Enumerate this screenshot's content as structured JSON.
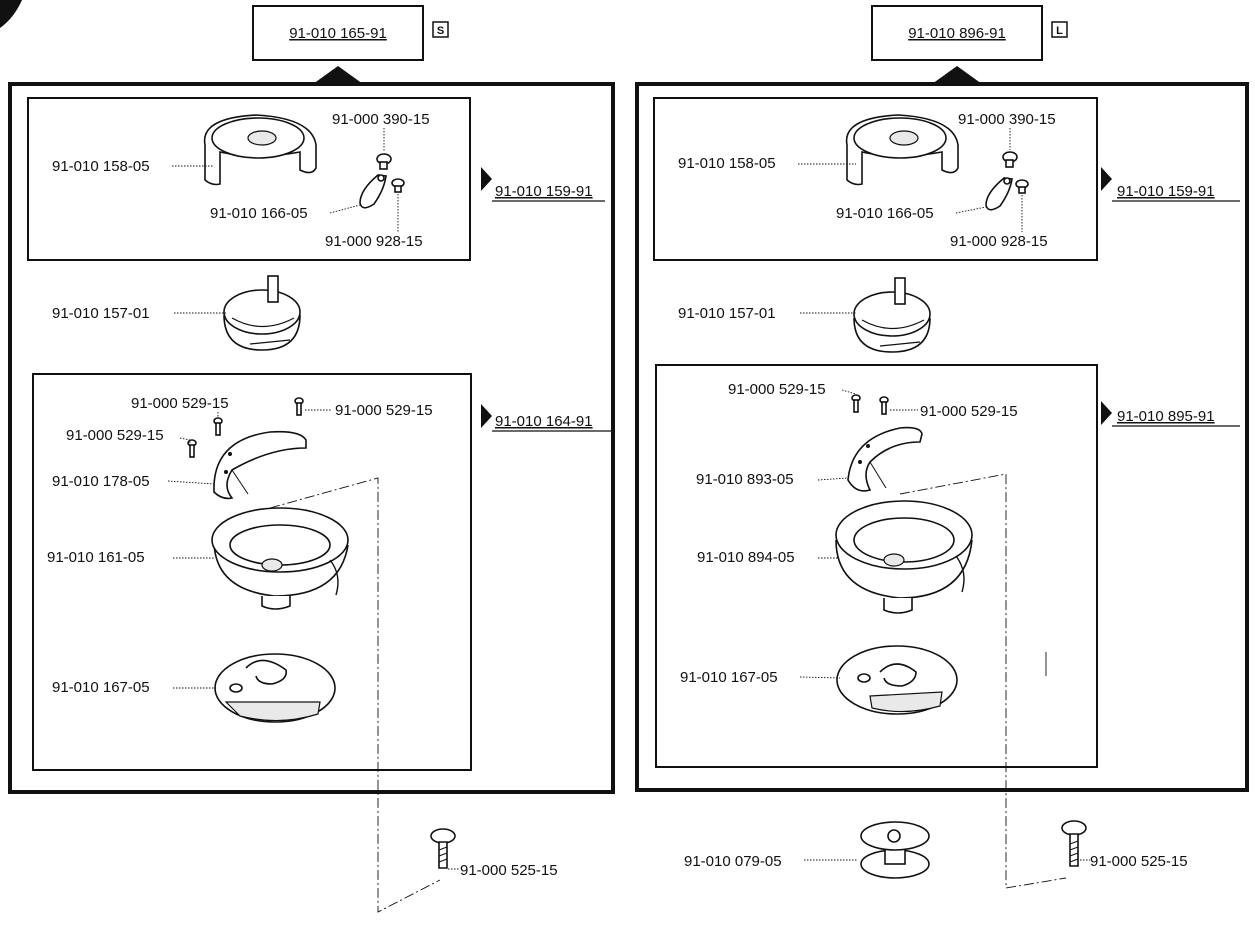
{
  "left": {
    "assembly": "91-010 165-91",
    "badge": "S",
    "subs": {
      "cap": "91-010 159-91",
      "hook": "91-010 164-91"
    },
    "parts": {
      "cap": "91-010 158-05",
      "screw_top": "91-000 390-15",
      "latch": "91-010 166-05",
      "screw_latch": "91-000 928-15",
      "basket": "91-010 157-01",
      "screw_a": "91-000 529-15",
      "screw_b": "91-000 529-15",
      "screw_c": "91-000 529-15",
      "gib": "91-010 178-05",
      "hook": "91-010 161-05",
      "plate": "91-010 167-05",
      "bolt": "91-000 525-15"
    }
  },
  "right": {
    "assembly": "91-010 896-91",
    "badge": "L",
    "subs": {
      "cap": "91-010 159-91",
      "hook": "91-010 895-91"
    },
    "parts": {
      "cap": "91-010 158-05",
      "screw_top": "91-000 390-15",
      "latch": "91-010 166-05",
      "screw_latch": "91-000 928-15",
      "basket": "91-010 157-01",
      "screw_a": "91-000 529-15",
      "screw_b": "91-000 529-15",
      "gib": "91-010 893-05",
      "hook": "91-010 894-05",
      "plate": "91-010 167-05",
      "bobbin": "91-010 079-05",
      "bolt": "91-000 525-15"
    }
  }
}
